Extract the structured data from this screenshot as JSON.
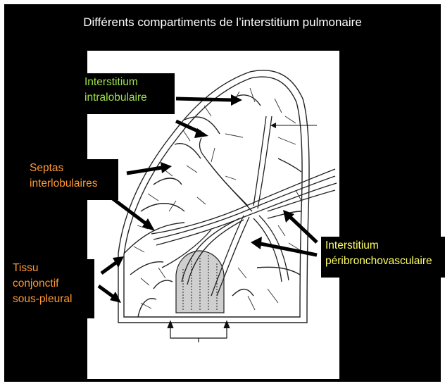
{
  "title": "Différents compartiments de l’interstitium pulmonaire",
  "labels": {
    "intralobulaire": [
      "Interstitium",
      "intralobulaire"
    ],
    "septas": [
      "Septas",
      "interlobulaires"
    ],
    "tissu": [
      "Tissu",
      "conjonctif",
      "sous-pleural"
    ],
    "peribroncho": [
      "Interstitium",
      "péribronchovasculaire"
    ]
  },
  "colors": {
    "background": "#000000",
    "title": "#ffffff",
    "intralobulaire": "#9fe34a",
    "septas": "#ff9933",
    "tissu": "#ff9933",
    "peribroncho": "#ffff66",
    "shaded_lobule": "#cfcfcf"
  }
}
